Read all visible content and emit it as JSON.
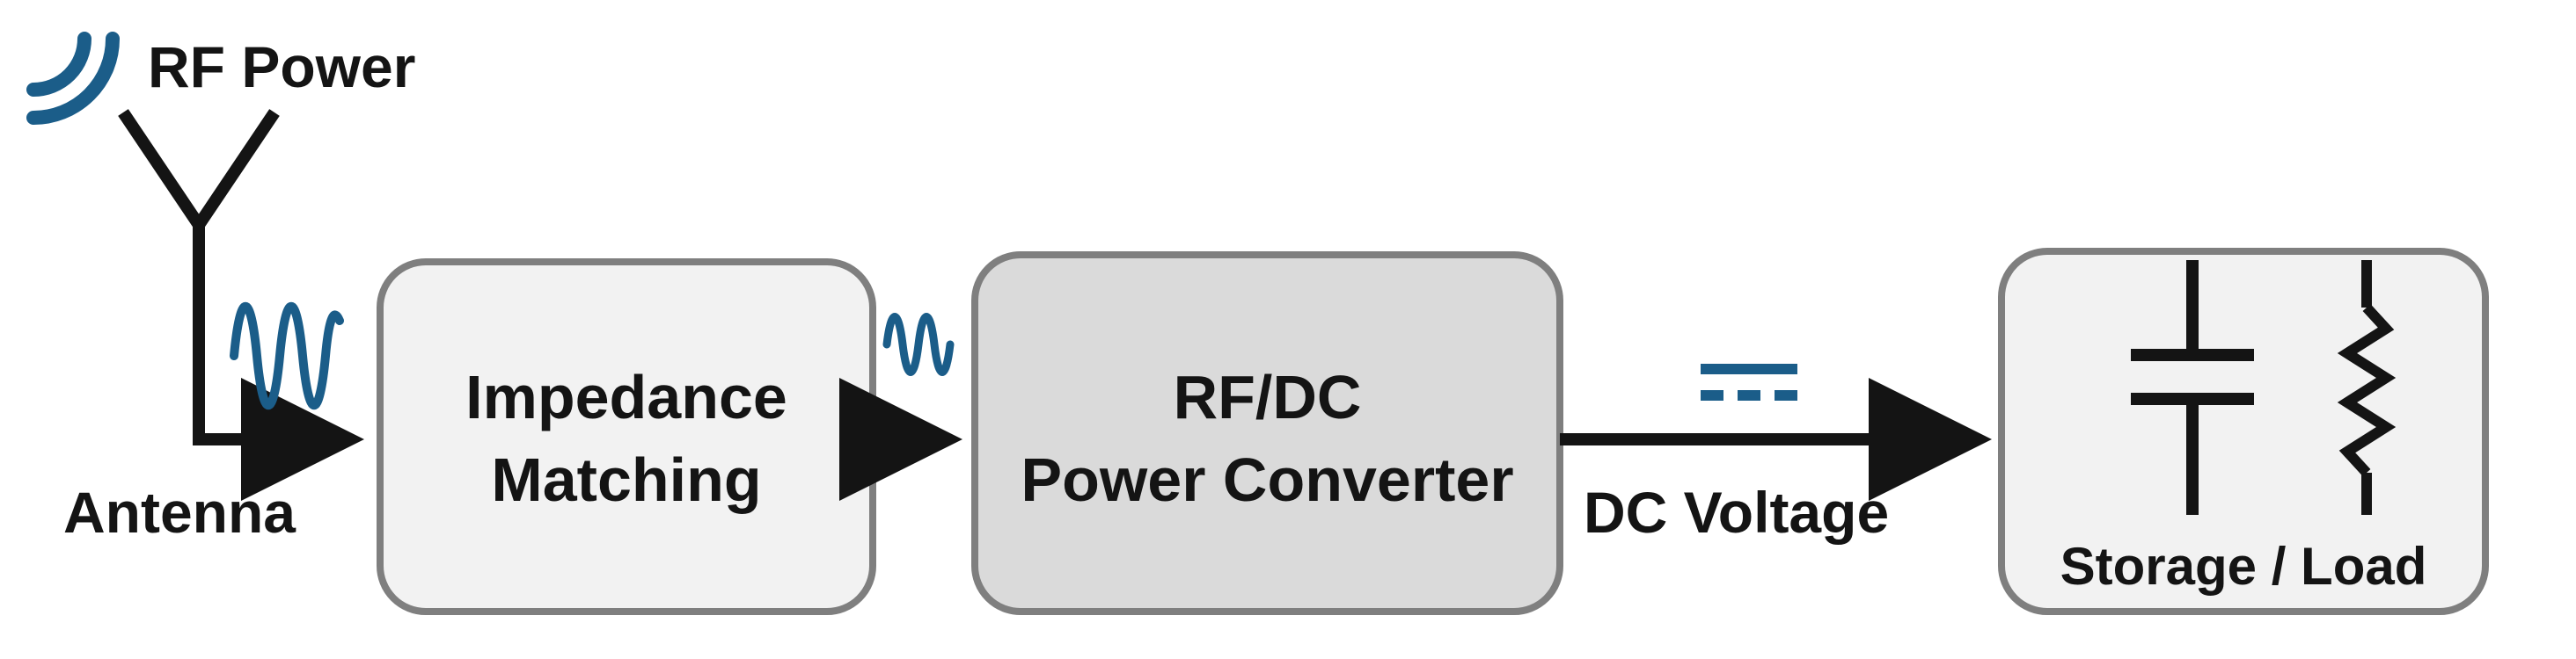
{
  "diagram": {
    "colors": {
      "line": "#141414",
      "signal": "#1b5d89",
      "box_light": "#f2f2f2",
      "box_dark": "#dadada",
      "box_border": "#7f7f7f"
    },
    "labels": {
      "rf_power": "RF Power",
      "antenna": "Antenna",
      "impedance_matching_line1": "Impedance",
      "impedance_matching_line2": "Matching",
      "converter_line1": "RF/DC",
      "converter_line2": "Power Converter",
      "dc_voltage": "DC Voltage",
      "storage_load": "Storage / Load"
    },
    "icons": [
      "radio-wave-icon",
      "antenna-icon",
      "sine-wave-icon",
      "dc-symbol-icon",
      "capacitor-icon",
      "resistor-icon"
    ]
  }
}
